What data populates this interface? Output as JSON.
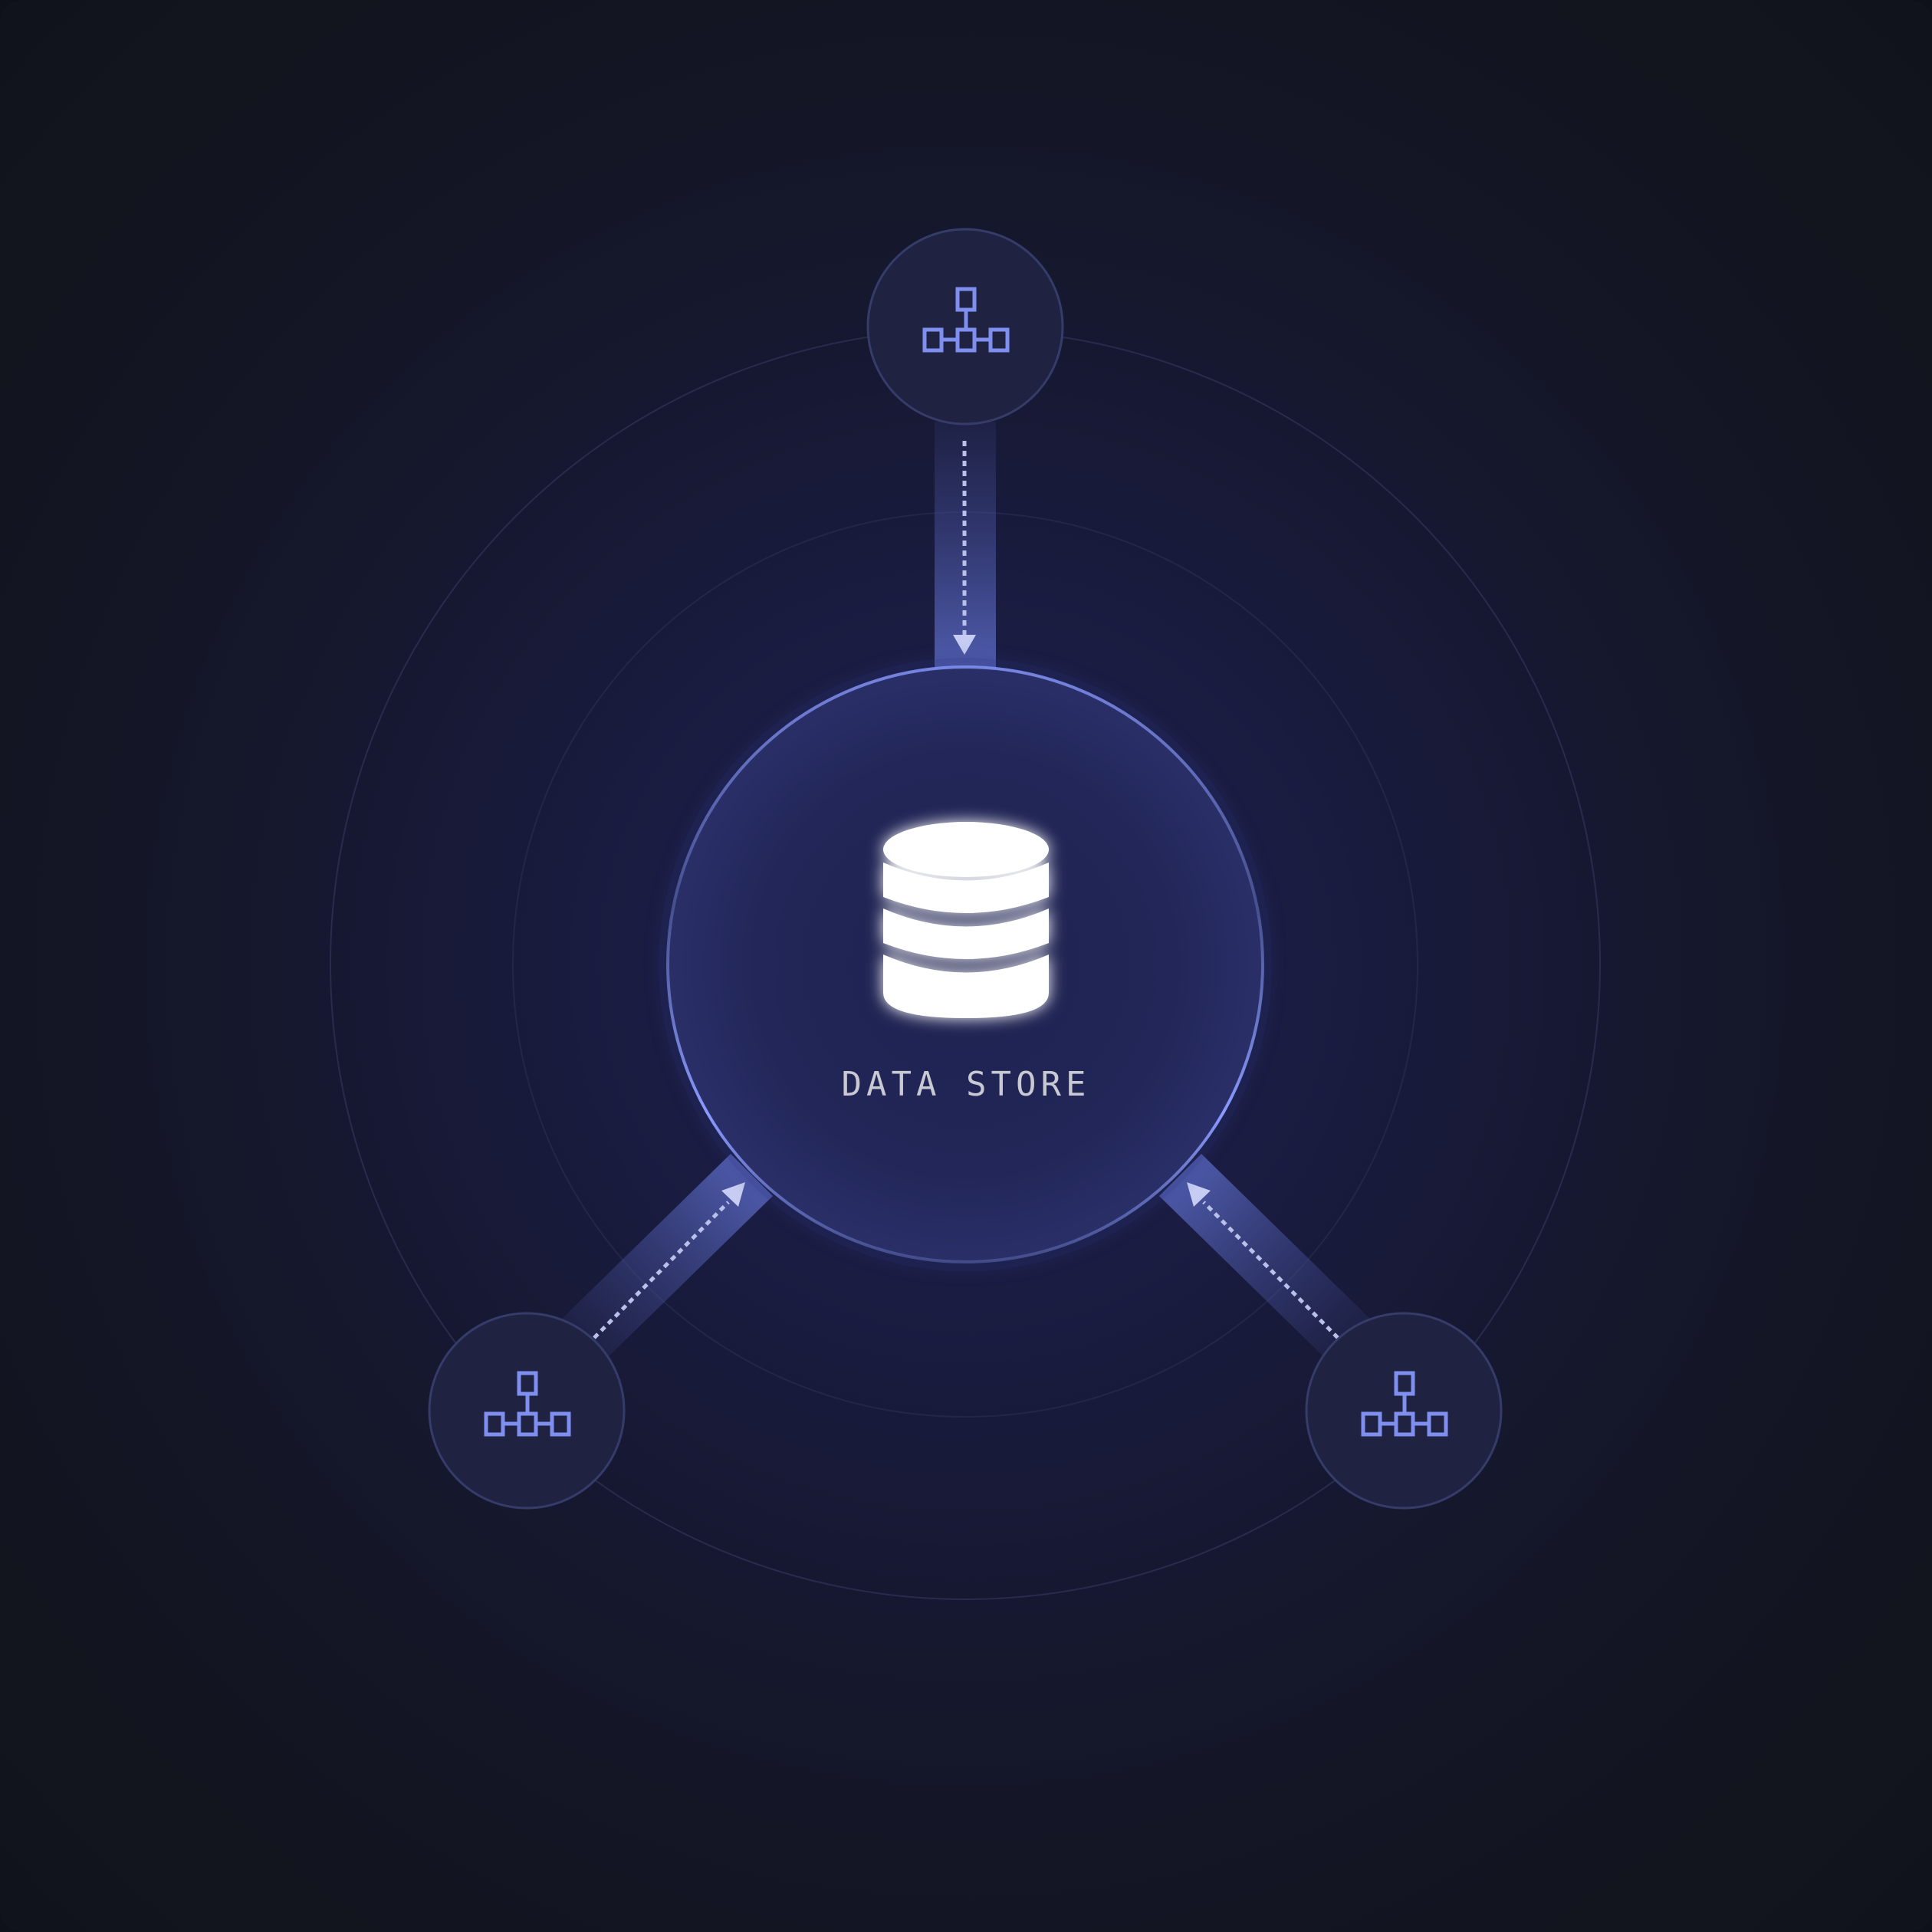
{
  "hub": {
    "label": "DATA STORE",
    "icon": "database-icon"
  },
  "nodes": [
    {
      "icon": "network-icon",
      "flow": "to-hub"
    },
    {
      "icon": "network-icon",
      "flow": "to-hub"
    },
    {
      "icon": "network-icon",
      "flow": "to-hub"
    }
  ],
  "colors": {
    "background": "#12141f",
    "accent": "#7f8ff0",
    "hub_fill": "#202452",
    "node_fill": "#1f2240",
    "label": "#c8c9d2",
    "icon_fill": "#ffffff"
  }
}
